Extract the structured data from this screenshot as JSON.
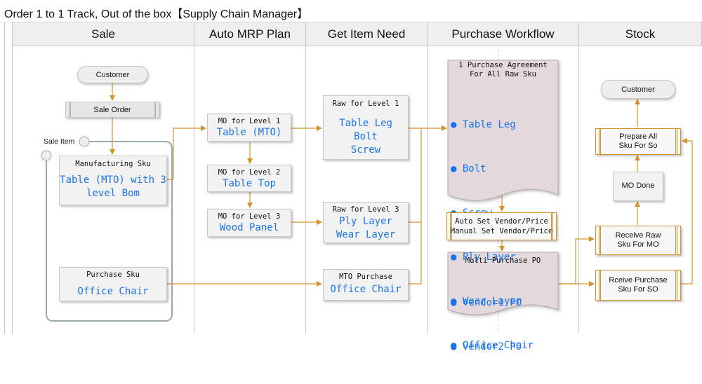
{
  "title": "Order 1 to 1  Track,  Out of the box【Supply Chain Manager】",
  "lanes": [
    "Sale",
    "Auto MRP Plan",
    "Get Item Need",
    "Purchase Workflow",
    "Stock"
  ],
  "sale": {
    "customer": "Customer",
    "sale_order": "Sale Order",
    "sale_item": "Sale Item",
    "manufacturing_sku": {
      "title": "Manufacturing Sku",
      "value": "Table (MTO) with 3\nlevel Bom"
    },
    "purchase_sku": {
      "title": "Purchase Sku",
      "value": "Office Chair"
    }
  },
  "mrp": {
    "mo1": {
      "title": "MO for Level 1",
      "value": "Table (MTO)"
    },
    "mo2": {
      "title": "MO for Level 2",
      "value": "Table Top"
    },
    "mo3": {
      "title": "MO for Level 3",
      "value": "Wood Panel"
    }
  },
  "item_need": {
    "raw1": {
      "title": "Raw for Level 1",
      "value": "Table Leg\nBolt\nScrew"
    },
    "raw3": {
      "title": "Raw for Level 3",
      "value": "Ply Layer\nWear Layer"
    },
    "mto_purchase": {
      "title": "MTO Purchase",
      "value": "Office Chair"
    }
  },
  "purchase": {
    "agreement": {
      "title": "1 Purchase Agreement\nFor All Raw Sku",
      "items": [
        "Table Leg",
        "Bolt",
        "Screw",
        "Ply Layer",
        "Wear Layer",
        "Office Chair"
      ]
    },
    "auto_set": "Auto Set Vendor/Price\nManual Set Vendor/Price",
    "multi_po": {
      "title": "Multi Purchase PO",
      "items": [
        "Vendor1 PO",
        "Vendor2 PO"
      ]
    }
  },
  "stock": {
    "customer": "Customer",
    "prepare": "Prepare All\nSku For So",
    "mo_done": "MO Done",
    "receive_raw": "Receive Raw\nSku For MO",
    "receive_purchase": "Rceive Purchase\nSku For SO"
  },
  "colors": {
    "connector": "#d4932a",
    "value_text": "#1a73e8",
    "lane_header": "#efefef"
  }
}
